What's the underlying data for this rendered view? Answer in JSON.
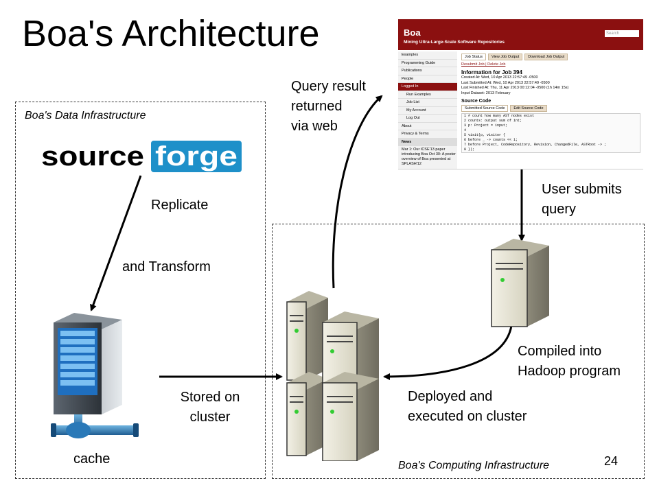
{
  "title": "Boa's Architecture",
  "data_infra": {
    "label": "Boa's Data Infrastructure"
  },
  "compute_infra": {
    "label": "Boa's Computing Infrastructure"
  },
  "logo": {
    "text": "sourceforge",
    "part1": "source",
    "part2": "forge"
  },
  "labels": {
    "replicate": "Replicate",
    "and_transform": "and Transform",
    "cache": "cache",
    "stored_on_cluster": "Stored on\ncluster",
    "query_result": "Query result\nreturned\nvia web",
    "user_submits": "User submits\nquery",
    "compiled_into": "Compiled into\nHadoop program",
    "deployed": "Deployed and\nexecuted on cluster"
  },
  "page_number": "24",
  "web_screenshot": {
    "app_name": "Boa",
    "tagline": "Mining Ultra-Large-Scale Software Repositories",
    "search_placeholder": "Search",
    "sidebar": [
      "Examples",
      "Programming Guide",
      "Publications",
      "People",
      "Logged In",
      "Run Examples",
      "Job List",
      "My Account",
      "Log Out",
      "About",
      "Privacy & Terms",
      "News"
    ],
    "tabs": [
      "Job Status",
      "View Job Output",
      "Download Job Output"
    ],
    "links": "Resubmit Job | Delete Job",
    "heading": "Information for Job 394",
    "info": [
      "Created At: Wed, 10 Apr 2013 22:57:49 -0500",
      "Last Submitted At: Wed, 10 Apr 2013 22:57:49 -0500",
      "Last Finished At: Thu, 11 Apr 2013 00:12:04 -0500 (1h 14m 15s)",
      "Input Dataset: 2013 February"
    ],
    "source_heading": "Source Code",
    "code_tabs": [
      "Submitted Source Code",
      "Edit Source Code"
    ],
    "code": [
      "1  # count how many AST nodes exist",
      "2  counts: output sum of int;",
      "3  p: Project = input;",
      "4",
      "5  visit(p, visitor {",
      "6      before _ -> counts << 1;",
      "7      before Project, CodeRepository, Revision, ChangedFile, ASTRoot -> ;",
      "8  });"
    ],
    "news": "Mar 1: Our ICSE'13 paper introducing Boa  Oct 30: A poster overview of Boa presented at SPLASH'12"
  }
}
